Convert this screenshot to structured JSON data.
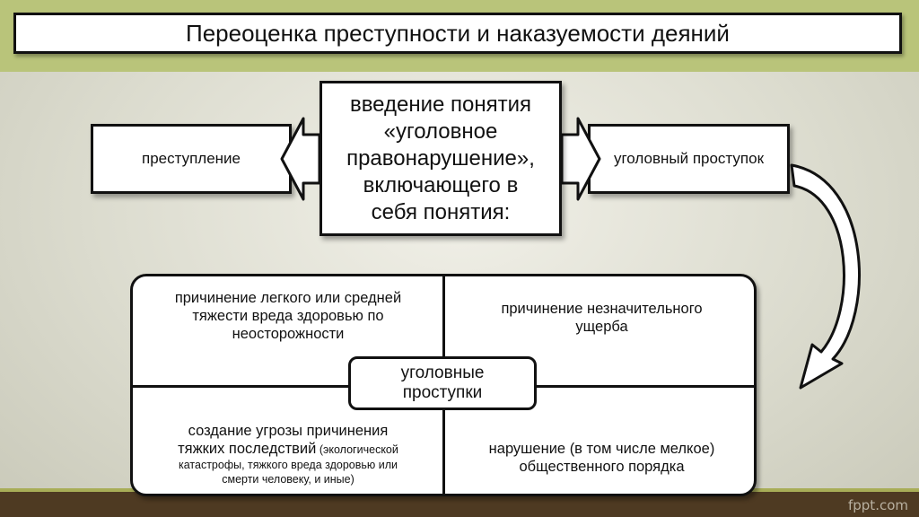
{
  "title": "Переоценка преступности и наказуемости деяний",
  "center_box": {
    "lines": [
      "введение понятия",
      "«уголовное",
      "правонарушение»,",
      "включающего в",
      "себя понятия:"
    ]
  },
  "left_box": {
    "label": "преступление"
  },
  "right_box": {
    "label": "уголовный проступок"
  },
  "grid": {
    "center_label": [
      "уголовные",
      "проступки"
    ],
    "top_left": [
      "причинение легкого или средней",
      "тяжести вреда здоровью по",
      "неосторожности"
    ],
    "top_right": [
      "причинение незначительного",
      "ущерба"
    ],
    "bottom_left": {
      "main_line1": "создание угрозы причинения",
      "main_line2": "тяжких последствий",
      "small_line1": " (экологической",
      "small_line2": "катастрофы, тяжкого вреда здоровью или",
      "small_line3": "смерти человеку, и иные)"
    },
    "bottom_right": [
      "нарушение  (в том числе мелкое)",
      "общественного порядка"
    ]
  },
  "footer": {
    "credit": "fppt.com"
  },
  "colors": {
    "top_band": "#b9c47a",
    "bottom_band": "#4e3a22",
    "stripe": "#a8ad57",
    "border": "#111111",
    "background": "#e6e6da"
  }
}
